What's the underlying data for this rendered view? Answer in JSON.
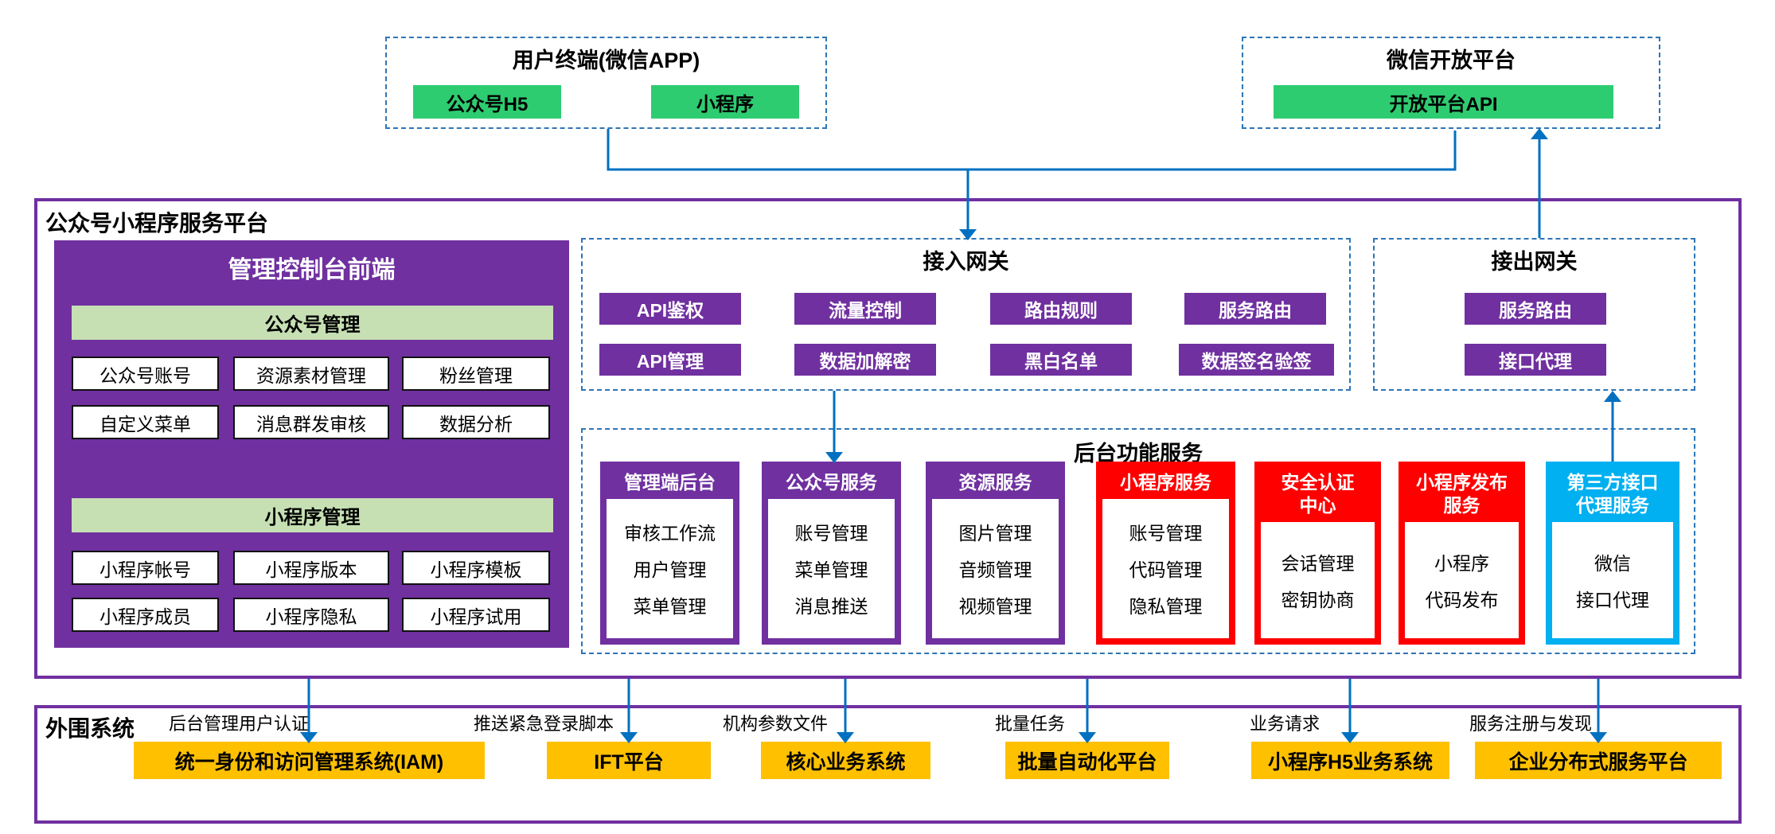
{
  "colors": {
    "purple": "#7030A0",
    "green": "#2ECC71",
    "light_green": "#C6E0B4",
    "red": "#FF0000",
    "cyan": "#00B0F0",
    "orange": "#FFC000",
    "arrow_blue": "#0070C0",
    "dashed_border_blue": "#2E75B6"
  },
  "top": {
    "user_terminal": {
      "title": "用户终端(微信APP)",
      "items": [
        "公众号H5",
        "小程序"
      ]
    },
    "wechat_open_platform": {
      "title": "微信开放平台",
      "items": [
        "开放平台API"
      ]
    }
  },
  "platform": {
    "title": "公众号小程序服务平台",
    "console": {
      "title": "管理控制台前端",
      "sections": [
        {
          "header": "公众号管理",
          "rows": [
            [
              "公众号账号",
              "资源素材管理",
              "粉丝管理"
            ],
            [
              "自定义菜单",
              "消息群发审核",
              "数据分析"
            ]
          ]
        },
        {
          "header": "小程序管理",
          "rows": [
            [
              "小程序帐号",
              "小程序版本",
              "小程序模板"
            ],
            [
              "小程序成员",
              "小程序隐私",
              "小程序试用"
            ]
          ]
        }
      ]
    },
    "access_gateway": {
      "title": "接入网关",
      "rows": [
        [
          "API鉴权",
          "流量控制",
          "路由规则",
          "服务路由"
        ],
        [
          "API管理",
          "数据加解密",
          "黑白名单",
          "数据签名验签"
        ]
      ]
    },
    "outbound_gateway": {
      "title": "接出网关",
      "items": [
        "服务路由",
        "接口代理"
      ]
    },
    "backend_services": {
      "title": "后台功能服务",
      "columns": [
        {
          "title": "管理端后台",
          "title_lines": [
            "管理端后台"
          ],
          "color": "purple",
          "items": [
            "审核工作流",
            "用户管理",
            "菜单管理"
          ]
        },
        {
          "title": "公众号服务",
          "title_lines": [
            "公众号服务"
          ],
          "color": "purple",
          "items": [
            "账号管理",
            "菜单管理",
            "消息推送"
          ]
        },
        {
          "title": "资源服务",
          "title_lines": [
            "资源服务"
          ],
          "color": "purple",
          "items": [
            "图片管理",
            "音频管理",
            "视频管理"
          ]
        },
        {
          "title": "小程序服务",
          "title_lines": [
            "小程序服务"
          ],
          "color": "red",
          "items": [
            "账号管理",
            "代码管理",
            "隐私管理"
          ]
        },
        {
          "title": "安全认证中心",
          "title_lines": [
            "安全认证",
            "中心"
          ],
          "color": "red",
          "items": [
            "会话管理",
            "密钥协商"
          ]
        },
        {
          "title": "小程序发布服务",
          "title_lines": [
            "小程序发布",
            "服务"
          ],
          "color": "red",
          "items": [
            "小程序",
            "代码发布"
          ]
        },
        {
          "title": "第三方接口代理服务",
          "title_lines": [
            "第三方接口",
            "代理服务"
          ],
          "color": "cyan",
          "items": [
            "微信",
            "接口代理"
          ]
        }
      ]
    }
  },
  "peripheral": {
    "title": "外围系统",
    "connections": [
      {
        "label": "后台管理用户认证",
        "system": "统一身份和访问管理系统(IAM)"
      },
      {
        "label": "推送紧急登录脚本",
        "system": "IFT平台"
      },
      {
        "label": "机构参数文件",
        "system": "核心业务系统"
      },
      {
        "label": "批量任务",
        "system": "批量自动化平台"
      },
      {
        "label": "业务请求",
        "system": "小程序H5业务系统"
      },
      {
        "label": "服务注册与发现",
        "system": "企业分布式服务平台"
      }
    ]
  }
}
